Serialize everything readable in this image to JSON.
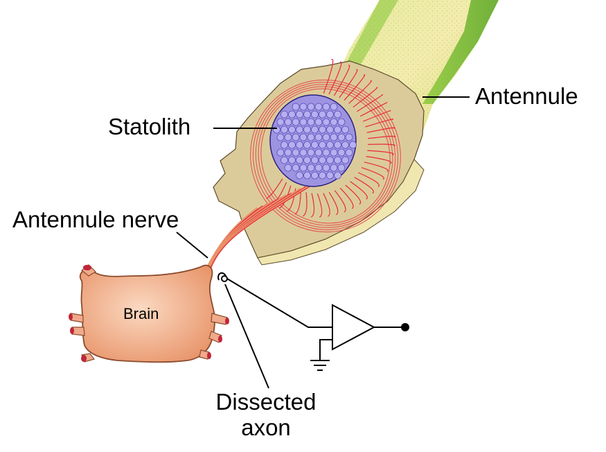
{
  "labels": {
    "antennule": "Antennule",
    "statolith": "Statolith",
    "antennule_nerve": "Antennule nerve",
    "brain": "Brain",
    "dissected_line1": "Dissected",
    "dissected_line2": "axon"
  },
  "colors": {
    "antennule_green": "#8cc63f",
    "antennule_yellow": "#f2e9a0",
    "cutaway_tan": "#dccb9a",
    "hair_red": "#e8283c",
    "statolith_purple": "#a59be6",
    "brain_orange": "#f2b088",
    "circuit_black": "#000000"
  },
  "icons": [
    "amplifier-symbol",
    "ground-symbol",
    "electrode-tip"
  ]
}
